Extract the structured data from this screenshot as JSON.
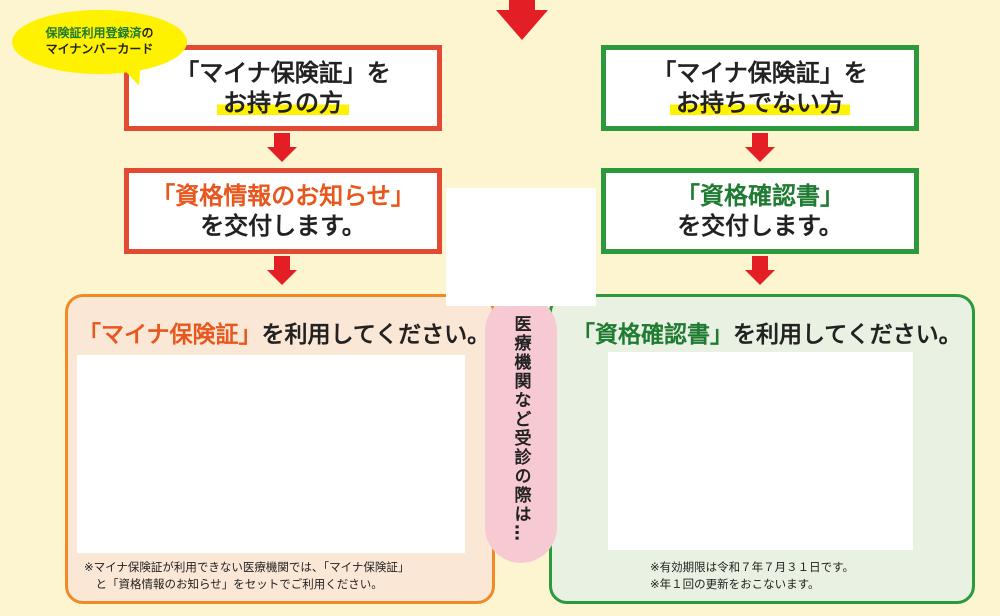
{
  "bubble": {
    "line1_green": "保険証利用登録済",
    "line1_suffix": "の",
    "line2": "マイナンバーカード"
  },
  "left": {
    "card_box": {
      "line1": "「マイナ保険証」を",
      "line2": "お持ちの方"
    },
    "issue_box": {
      "line1": "「資格情報のお知らせ」",
      "line2": "を交付します。"
    },
    "panel": {
      "title_highlight": "「マイナ保険証」",
      "title_suffix": "を利用してください。",
      "notes": [
        "※マイナ保険証が利用できない医療機関では、「マイナ保険証」",
        "　と「資格情報のお知らせ」をセットでご利用ください。"
      ]
    }
  },
  "right": {
    "card_box": {
      "line1": "「マイナ保険証」を",
      "line2": "お持ちでない方"
    },
    "issue_box": {
      "line1": "「資格確認書」",
      "line2": "を交付します。"
    },
    "panel": {
      "title_highlight": "「資格確認書」",
      "title_suffix": "を利用してください。",
      "notes": [
        "※有効期限は令和７年７月３１日です。",
        "※年１回の更新をおこないます。"
      ]
    }
  },
  "center_pill": "医療機関など受診の際は…",
  "colors": {
    "background": "#fdf4d0",
    "red_arrow": "#e31e24",
    "red_border": "#e24a33",
    "green_border": "#2a9a3c",
    "orange_text": "#e8571e",
    "green_text": "#1f7a32",
    "highlight": "#fff200",
    "pill": "#f7c9d3"
  }
}
